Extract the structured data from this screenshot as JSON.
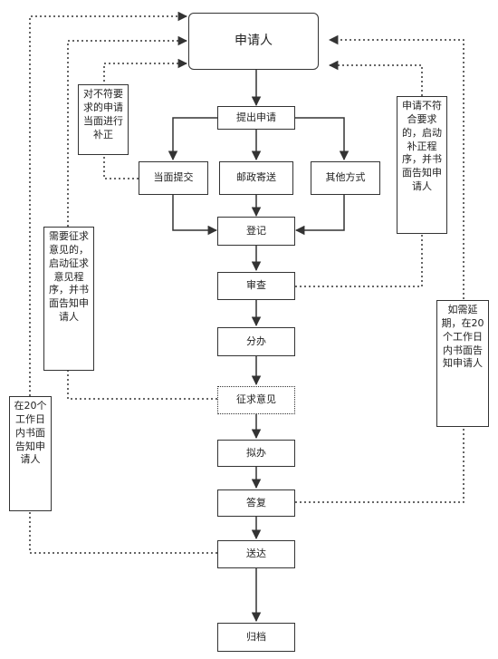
{
  "nodes": {
    "applicant": "申请人",
    "submit": "提出申请",
    "in_person": "当面提交",
    "mail": "邮政寄送",
    "other": "其他方式",
    "register": "登记",
    "review": "审查",
    "assign": "分办",
    "consult": "征求意见",
    "draft": "拟办",
    "reply": "答复",
    "deliver": "送达",
    "archive": "归档"
  },
  "notes": {
    "correct_on_site": "对不符要求的申请当面进行补正",
    "noncompliant": "申请不符合要求的，启动补正程序，并书面告知申请人",
    "need_opinion": "需要征求意见的，启动征求意见程序，并书面告知申请人",
    "extension": "如需延期，在20个工作日内书面告知申请人",
    "within_20_days": "在20个工作日内书面告知申请人"
  }
}
